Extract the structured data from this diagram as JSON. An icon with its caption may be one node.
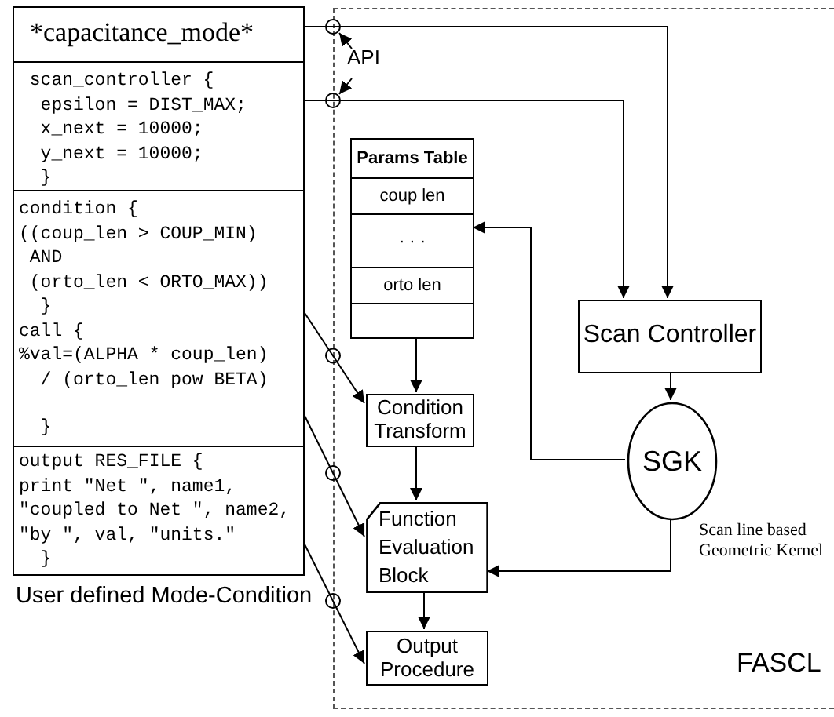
{
  "diagram": {
    "nodes": [
      {
        "text": [],
        "shape": "box",
        "beside": [
          "User defined Mode-Condition"
        ]
      },
      {
        "text": [
          "*capacitance_mode*"
        ],
        "in": 0
      },
      {
        "text": [
          "scan_controller {",
          "epsilon = DIST_MAX;",
          "x_next = 10000;",
          "y_next = 10000;",
          "}"
        ],
        "in": 0
      },
      {
        "text": [
          "condition {",
          "((coup_len > COUP_MIN)",
          "AND",
          "(orto_len < ORTO_MAX))",
          "}",
          "call {",
          "%val=(ALPHA * coup_len)",
          "/ (orto_len pow BETA)",
          "}"
        ],
        "in": 0
      },
      {
        "text": [
          "output RES_FILE {",
          "print \"Net \", name1,",
          "\"coupled to Net \", name2,",
          "\"by \", val, \"units.\"",
          "}"
        ],
        "in": 0
      },
      {
        "text": [
          "FASCL"
        ]
      },
      {
        "text": [
          "Params Table",
          "coup len",
          "· · ·",
          "orto len"
        ],
        "in": 5
      },
      {
        "text": [
          "Scan Controller"
        ],
        "in": 5
      },
      {
        "text": [
          "SGK"
        ],
        "in": 5,
        "beside": [
          "Scan line based Geometric Kernel"
        ]
      },
      {
        "text": [
          "Condition Transform"
        ],
        "in": 5
      },
      {
        "text": [
          "Function Evaluation Block"
        ],
        "in": 5
      },
      {
        "text": [
          "Output Procedure"
        ],
        "in": 5
      }
    ],
    "edges": [
      {
        "from": 1,
        "to": 7,
        "arrow": "to"
      },
      {
        "from": 2,
        "to": 7,
        "arrow": "to"
      },
      {
        "from": 3,
        "to": 9,
        "arrow": "to"
      },
      {
        "from": 3,
        "to": 10,
        "arrow": "to"
      },
      {
        "from": 4,
        "to": 11,
        "arrow": "to"
      },
      {
        "from": 6,
        "to": 9,
        "arrow": "to"
      },
      {
        "from": 7,
        "to": 8,
        "arrow": "to"
      },
      {
        "from": 8,
        "to": 6,
        "arrow": "to"
      },
      {
        "from": 8,
        "to": 10,
        "arrow": "to"
      },
      {
        "from": 9,
        "to": 10,
        "arrow": "to"
      },
      {
        "from": 10,
        "to": 11,
        "arrow": "to"
      }
    ],
    "labels": [
      "API"
    ]
  }
}
